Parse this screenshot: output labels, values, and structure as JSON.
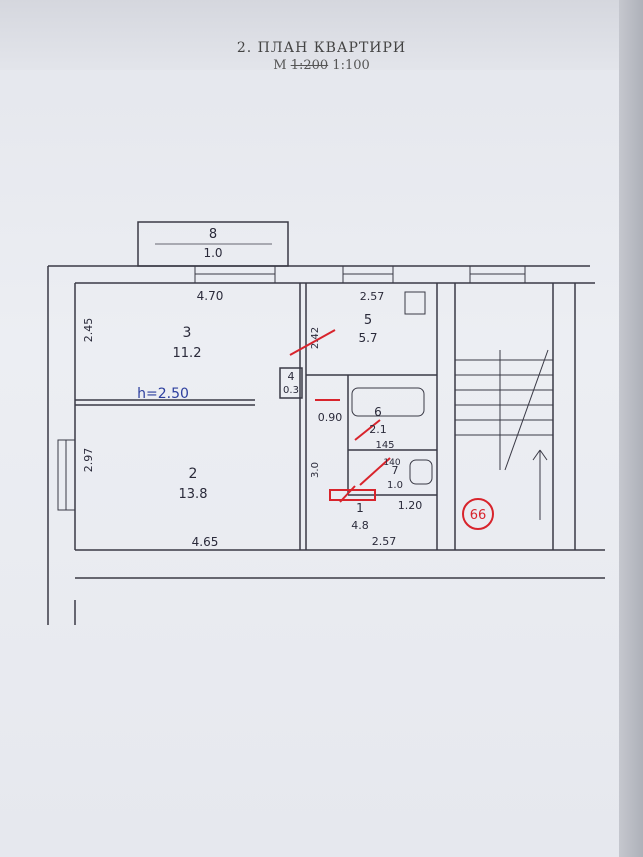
{
  "header": {
    "title": "2. ПЛАН КВАРТИРИ",
    "scale_prefix": "М",
    "scale_struck": "1:200",
    "scale_current": "1:100"
  },
  "rooms": [
    {
      "number": "8",
      "area": "1.0"
    },
    {
      "number": "3",
      "area": "11.2"
    },
    {
      "number": "5",
      "area": "5.7"
    },
    {
      "number": "4",
      "area": "0.3"
    },
    {
      "number": "6",
      "area": "2.1"
    },
    {
      "number": "7",
      "area": "1.0"
    },
    {
      "number": "2",
      "area": "13.8"
    },
    {
      "number": "1",
      "area": "4.8"
    }
  ],
  "dimensions": {
    "top_left": "4.70",
    "top_mid": "2.57",
    "left_top": "2.45",
    "left_bottom": "2.97",
    "bottom_left": "4.65",
    "bottom_mid": "2.57",
    "door": "0.90",
    "corridor": "1.20",
    "bath_w": "145",
    "wc_w": "140",
    "room5_h": "2.42",
    "hall_h": "3.0"
  },
  "annotation": {
    "height": "h=2.50",
    "stamp": "66"
  },
  "colors": {
    "ink": "#3a3a46",
    "blue_ink": "#2d3f9e",
    "red_ink": "#d8242c"
  }
}
